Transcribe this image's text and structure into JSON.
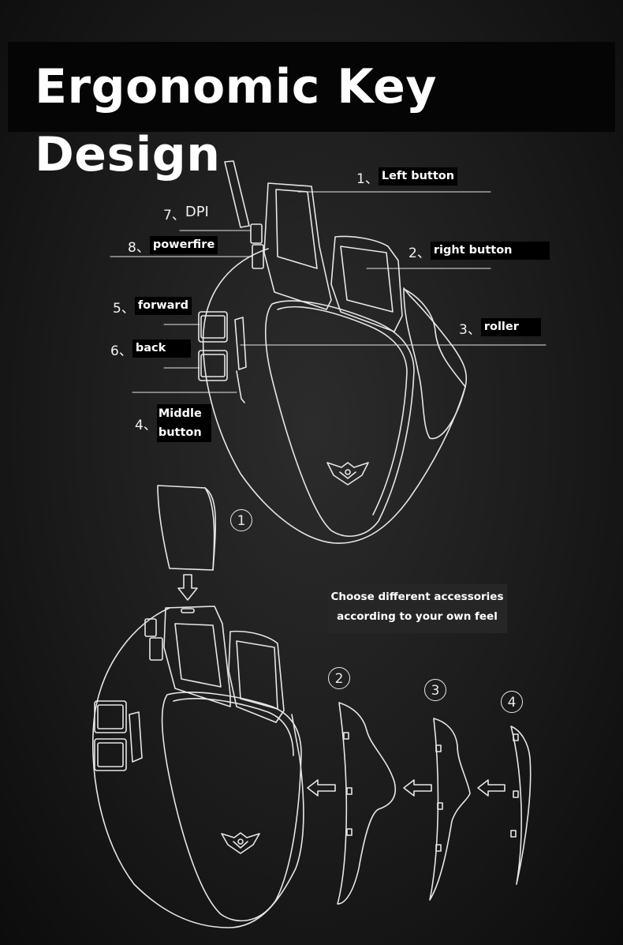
{
  "title": "Ergonomic Key Design",
  "labels": {
    "left_button": {
      "num": "1、",
      "text": "Left button"
    },
    "right_button": {
      "num": "2、",
      "text": "right button"
    },
    "roller": {
      "num": "3、",
      "text": "roller"
    },
    "middle_button": {
      "num": "4、",
      "text_line1": "Middle",
      "text_line2": "button"
    },
    "forward": {
      "num": "5、",
      "text": "forward"
    },
    "back": {
      "num": "6、",
      "text": "back"
    },
    "dpi": {
      "num": "7、",
      "text": "DPI"
    },
    "powerfire": {
      "num": "8、",
      "text": "powerfire"
    }
  },
  "accessory_note": {
    "line1": "Choose different accessories",
    "line2": "according to your own feel"
  },
  "accessory_markers": [
    "1",
    "2",
    "3",
    "4"
  ],
  "colors": {
    "background": "#1b1b1b",
    "banner": "#050505",
    "line": "#e6e6e6"
  }
}
